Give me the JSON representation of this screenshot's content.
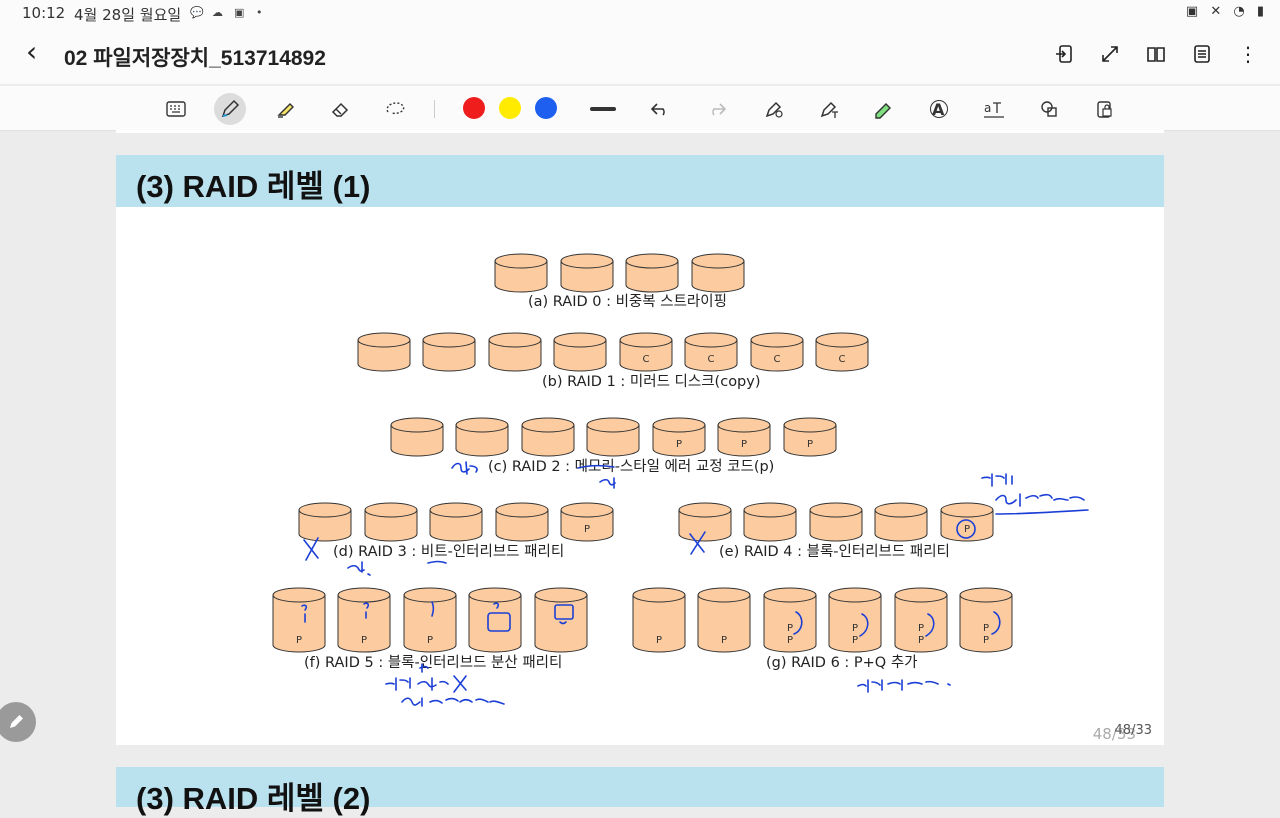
{
  "status_bar": {
    "time": "10:12",
    "date": "4월 28일 월요일",
    "right_icons": "▣ ✕ ◔ ▮"
  },
  "title_bar": {
    "title": "02 파일저장장치_513714892"
  },
  "toolbar": {
    "colors": [
      "#f01d1d",
      "#ffeb00",
      "#1e5ff0"
    ]
  },
  "slide1": {
    "title": "(3) RAID 레벨 (1)",
    "captions": {
      "a": "(a) RAID 0 : 비중복 스트라이핑",
      "b": "(b) RAID 1 : 미러드 디스크(copy)",
      "c": "(c) RAID 2 : 메모리-스타일 에러 교정 코드(p)",
      "d": "(d) RAID 3 : 비트-인터리브드 패리티",
      "e": "(e) RAID 4 : 블록-인터리브드 패리티",
      "f": "(f) RAID 5 : 블록-인터리브드 분산 패리티",
      "g": "(g) RAID 6 : P+Q 추가"
    },
    "disk_labels": {
      "copy": "C",
      "parity": "P",
      "pq": "P\nP"
    },
    "page_number": "48/33",
    "page_number_ghost": "48/33"
  },
  "slide2": {
    "title": "(3) RAID 레벨 (2)"
  },
  "colors": {
    "header_bg": "#b9e1ee",
    "disk_fill": "#fccca0",
    "disk_stroke": "#333333",
    "ink_blue": "#1b3fd6"
  }
}
